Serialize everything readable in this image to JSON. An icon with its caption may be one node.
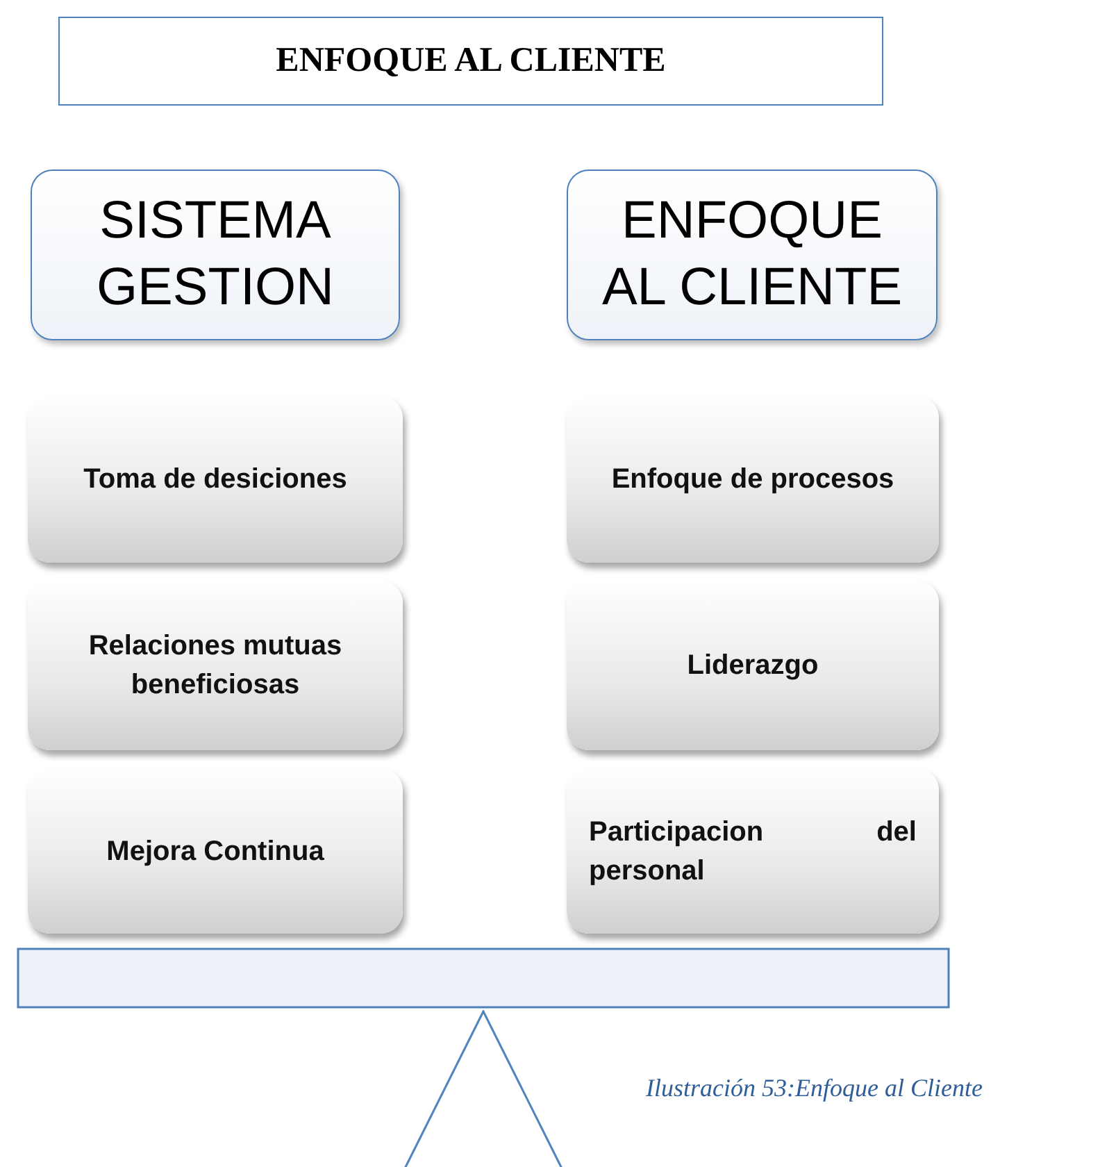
{
  "diagram": {
    "title": "ENFOQUE AL CLIENTE",
    "caption": "Ilustración 53:Enfoque al Cliente",
    "nodes": [
      {
        "text": [
          "SISTEMA GESTION"
        ]
      },
      {
        "text": [
          "ENFOQUE AL CLIENTE"
        ]
      },
      {
        "text": [
          "Toma de desiciones"
        ]
      },
      {
        "text": [
          "Enfoque de procesos"
        ]
      },
      {
        "text": [
          "Relaciones mutuas beneficiosas"
        ]
      },
      {
        "text": [
          "Liderazgo"
        ]
      },
      {
        "text": [
          "Mejora Continua"
        ]
      },
      {
        "text": [
          "Participacion del personal"
        ]
      },
      {
        "text": [],
        "shape": "bar"
      },
      {
        "text": [],
        "shape": "triangle"
      }
    ]
  }
}
